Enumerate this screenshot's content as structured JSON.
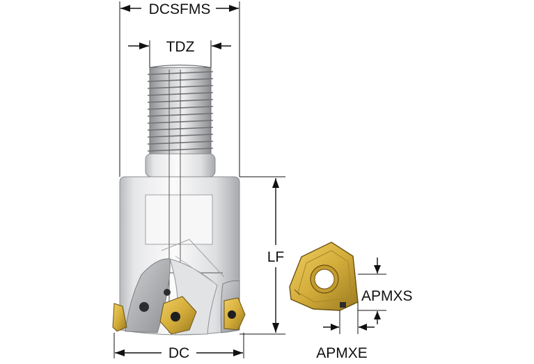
{
  "dimensions": {
    "dcsfms": "DCSFMS",
    "tdz": "TDZ",
    "lf": "LF",
    "dc": "DC",
    "apmxs": "APMXS",
    "apmxe": "APMXE"
  },
  "colors": {
    "steel_light": "#f3f3f4",
    "steel_mid": "#d8d9db",
    "steel_dark": "#a9abae",
    "insert_gold": "#d4ad3a",
    "insert_gold_dark": "#8d6f1c",
    "line": "#111111"
  }
}
